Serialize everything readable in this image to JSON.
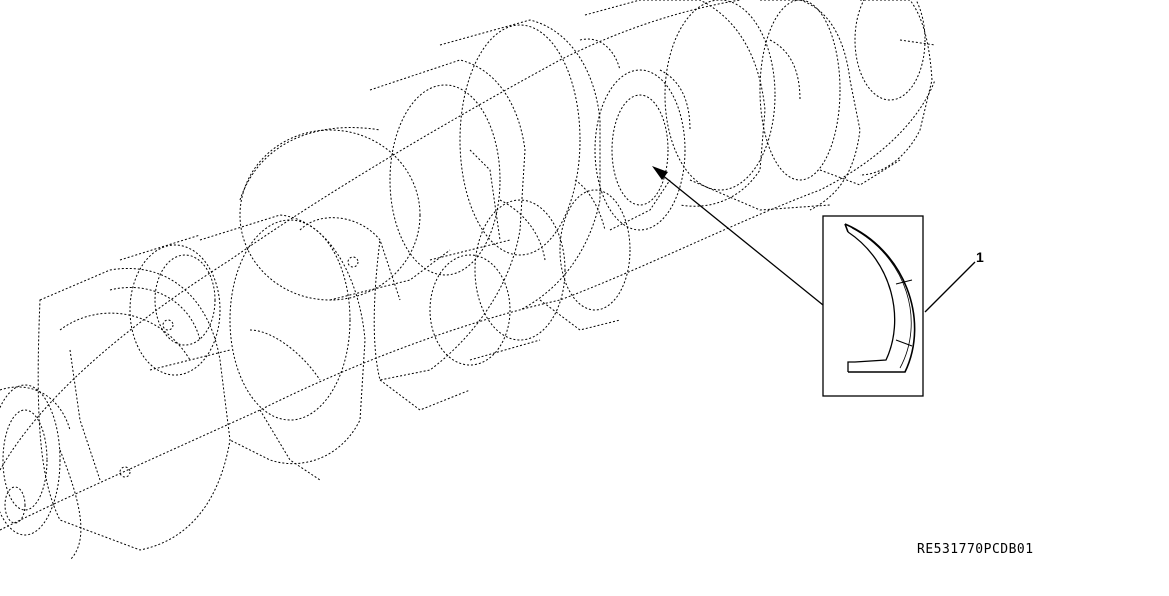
{
  "diagram": {
    "subject": "crankshaft with thrust washer detail",
    "callout": {
      "number": "1"
    },
    "drawing_id": "RE531770PCDB01"
  }
}
